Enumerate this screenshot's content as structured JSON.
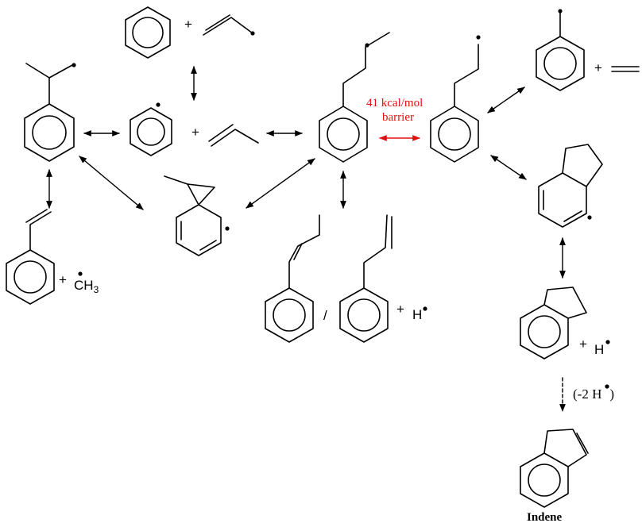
{
  "labels": {
    "plus": "+",
    "ch3": "CH",
    "ch3_sub": "3",
    "h": "H",
    "slash": "/",
    "minus_2h_open": "(-2 H",
    "minus_2h_close": ")",
    "barrier_energy": "41 kcal/mol",
    "barrier_word": "barrier",
    "indene": "Indene"
  },
  "colors": {
    "barrier_arrow": "#e01010",
    "ink": "#000000"
  }
}
